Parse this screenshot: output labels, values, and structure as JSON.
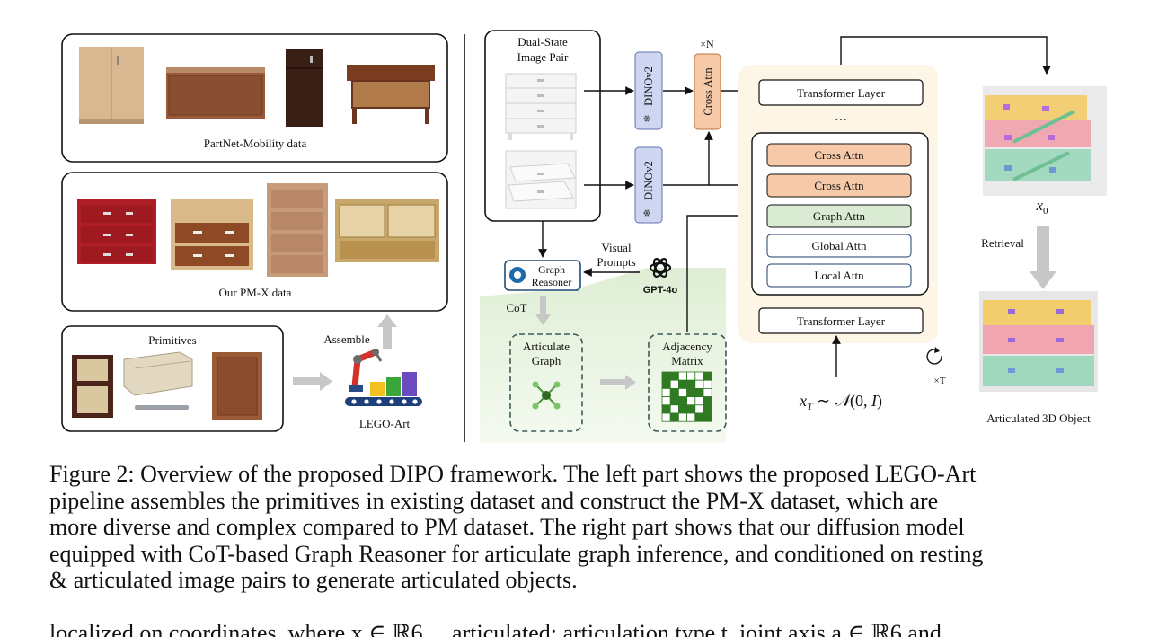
{
  "figure": {
    "left": {
      "partnet_label": "PartNet-Mobility data",
      "pmx_label": "Our PM-X data",
      "primitives_label": "Primitives",
      "assemble_label": "Assemble",
      "lego_label": "LEGO-Art"
    },
    "middle": {
      "image_pair_line1": "Dual-State",
      "image_pair_line2": "Image Pair",
      "dino_label": "DINOv2",
      "cross_attn_label": "Cross Attn",
      "repeat_n": "×N",
      "visual_prompts_line1": "Visual",
      "visual_prompts_line2": "Prompts",
      "gpt_label": "GPT-4o",
      "reasoner_line1": "Graph",
      "reasoner_line2": "Reasoner",
      "cot_label": "CoT",
      "articulate_line1": "Articulate",
      "articulate_line2": "Graph",
      "adjacency_line1": "Adjacency",
      "adjacency_line2": "Matrix"
    },
    "transformer": {
      "top_layer": "Transformer Layer",
      "ellipsis": "…",
      "block_layers": [
        "Cross Attn",
        "Cross Attn",
        "Graph Attn",
        "Global Attn",
        "Local Attn"
      ],
      "bottom_layer": "Transformer Layer",
      "noise": "x_T ~ N(0, I)",
      "repeat_t": "×T"
    },
    "right": {
      "x0_label": "x0",
      "retrieval_label": "Retrieval",
      "output_label": "Articulated 3D Object"
    },
    "colors": {
      "cross_attn": "#f6c9a8",
      "graph_attn": "#d9ecd3",
      "dino": "#cfd6f2",
      "panel_bg": "#fdf6e6",
      "green_area": "#e8f3df",
      "dashed": "#3d5a5a"
    }
  },
  "caption": {
    "lines": [
      "Figure 2: Overview of the proposed DIPO framework. The left part shows the proposed LEGO-Art",
      "pipeline assembles the primitives in existing dataset and construct the PM-X dataset, which are",
      "more diverse and complex compared to PM dataset. The right part shows that our diffusion model",
      "equipped with CoT-based Graph Reasoner for articulate graph inference, and conditioned on resting",
      "& articulated image pairs to generate articulated objects."
    ]
  },
  "next_text": "localized on coordinates, where x ∈ ℝ6 …articulated: articulation type t, joint axis a ∈ ℝ6 and"
}
